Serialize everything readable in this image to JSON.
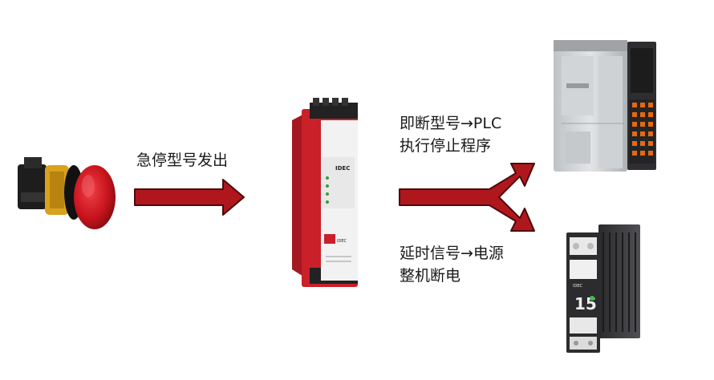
{
  "labels": {
    "estop_signal": "急停型号发出",
    "plc_line1": "即断型号→PLC",
    "plc_line2": "执行停止程序",
    "psu_line1": "延时信号→电源",
    "psu_line2": "整机断电"
  },
  "devices": {
    "relay_brand": "IDEC",
    "relay_logo": "IDEC",
    "psu_brand": "IDEC",
    "psu_rating": "15"
  },
  "colors": {
    "arrow_fill": "#b0171d",
    "arrow_stroke": "#4a0a0c",
    "relay_red": "#c9202a",
    "estop_red": "#d2161e"
  }
}
